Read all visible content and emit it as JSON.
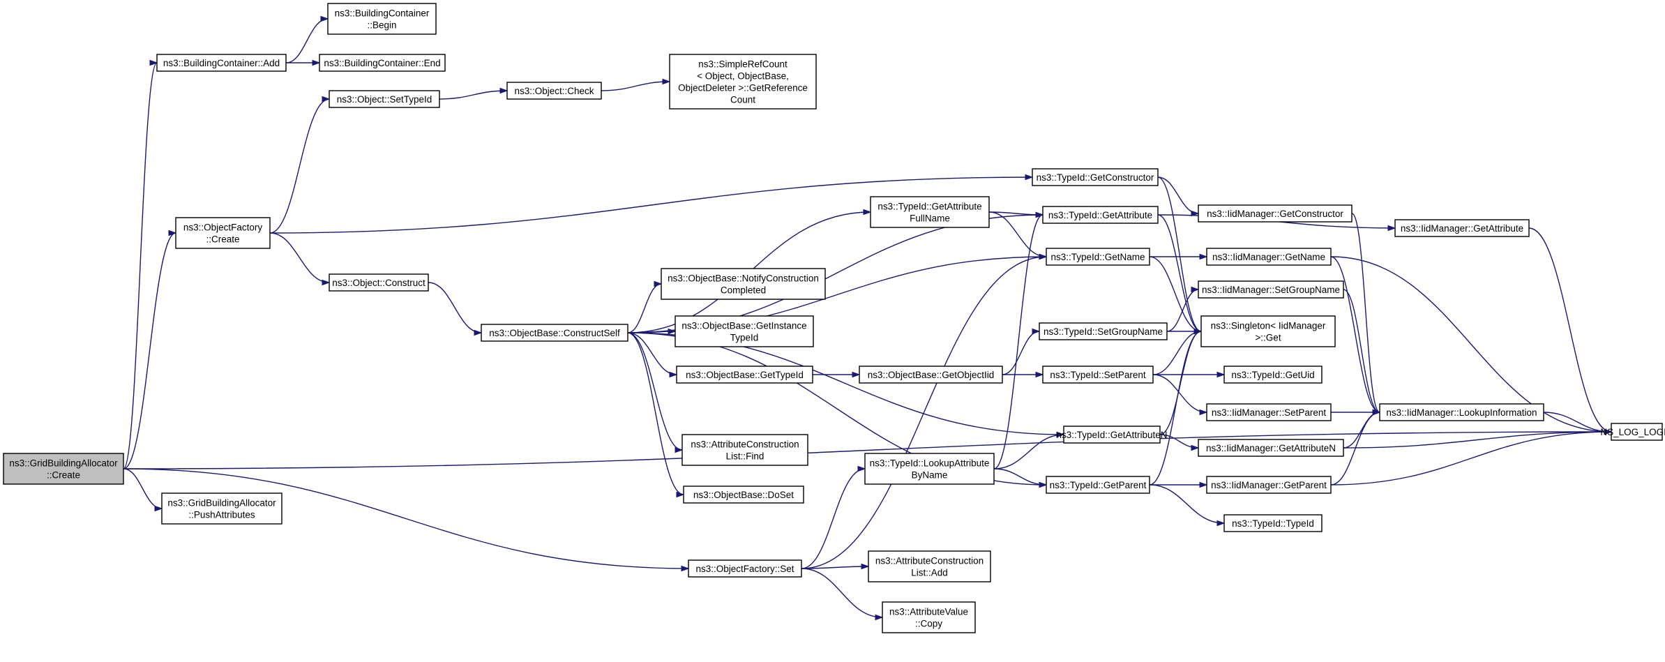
{
  "colors": {
    "edge": "#191970",
    "root_fill": "#bfbfbf",
    "node_fill": "#ffffff",
    "node_border": "#000000"
  },
  "nodes": {
    "gba_create": [
      "ns3::GridBuildingAllocator",
      "::Create"
    ],
    "bc_add": [
      "ns3::BuildingContainer::Add"
    ],
    "bc_begin": [
      "ns3::BuildingContainer",
      "::Begin"
    ],
    "bc_end": [
      "ns3::BuildingContainer::End"
    ],
    "obj_settypeid": [
      "ns3::Object::SetTypeId"
    ],
    "obj_check": [
      "ns3::Object::Check"
    ],
    "srefcount": [
      "ns3::SimpleRefCount",
      "< Object, ObjectBase,",
      "ObjectDeleter >::GetReference",
      "Count"
    ],
    "of_create": [
      "ns3::ObjectFactory",
      "::Create"
    ],
    "obj_construct": [
      "ns3::Object::Construct"
    ],
    "ob_constructself": [
      "ns3::ObjectBase::ConstructSelf"
    ],
    "ob_notify": [
      "ns3::ObjectBase::NotifyConstruction",
      "Completed"
    ],
    "ob_getinstance": [
      "ns3::ObjectBase::GetInstance",
      "TypeId"
    ],
    "ob_gettypeid": [
      "ns3::ObjectBase::GetTypeId"
    ],
    "acl_find": [
      "ns3::AttributeConstruction",
      "List::Find"
    ],
    "ob_doset": [
      "ns3::ObjectBase::DoSet"
    ],
    "tid_getattrfullname": [
      "ns3::TypeId::GetAttribute",
      "FullName"
    ],
    "ob_getobjectiid": [
      "ns3::ObjectBase::GetObjectIid"
    ],
    "tid_lookupattr": [
      "ns3::TypeId::LookupAttribute",
      "ByName"
    ],
    "gba_pushattrs": [
      "ns3::GridBuildingAllocator",
      "::PushAttributes"
    ],
    "of_set": [
      "ns3::ObjectFactory::Set"
    ],
    "acl_add": [
      "ns3::AttributeConstruction",
      "List::Add"
    ],
    "av_copy": [
      "ns3::AttributeValue",
      "::Copy"
    ],
    "tid_getconstructor": [
      "ns3::TypeId::GetConstructor"
    ],
    "tid_getattribute": [
      "ns3::TypeId::GetAttribute"
    ],
    "tid_getname": [
      "ns3::TypeId::GetName"
    ],
    "tid_setgroupname": [
      "ns3::TypeId::SetGroupName"
    ],
    "tid_setparent": [
      "ns3::TypeId::SetParent"
    ],
    "tid_getattributen": [
      "ns3::TypeId::GetAttributeN"
    ],
    "tid_getparent": [
      "ns3::TypeId::GetParent"
    ],
    "iid_getconstructor": [
      "ns3::IidManager::GetConstructor"
    ],
    "iid_getname": [
      "ns3::IidManager::GetName"
    ],
    "iid_setgroupname": [
      "ns3::IidManager::SetGroupName"
    ],
    "singleton_get": [
      "ns3::Singleton< IidManager",
      ">::Get"
    ],
    "tid_getuid": [
      "ns3::TypeId::GetUid"
    ],
    "iid_setparent": [
      "ns3::IidManager::SetParent"
    ],
    "iid_getattributen": [
      "ns3::IidManager::GetAttributeN"
    ],
    "iid_getparent": [
      "ns3::IidManager::GetParent"
    ],
    "tid_typeid": [
      "ns3::TypeId::TypeId"
    ],
    "iid_getattribute": [
      "ns3::IidManager::GetAttribute"
    ],
    "iid_lookupinfo": [
      "ns3::IidManager::LookupInformation"
    ],
    "ns_log_logic": [
      "NS_LOG_LOGIC"
    ]
  },
  "edges": [
    [
      "gba_create",
      "bc_add"
    ],
    [
      "gba_create",
      "of_create"
    ],
    [
      "gba_create",
      "gba_pushattrs"
    ],
    [
      "gba_create",
      "of_set"
    ],
    [
      "gba_create",
      "ns_log_logic"
    ],
    [
      "bc_add",
      "bc_begin"
    ],
    [
      "bc_add",
      "bc_end"
    ],
    [
      "obj_settypeid",
      "obj_check"
    ],
    [
      "obj_check",
      "srefcount"
    ],
    [
      "of_create",
      "obj_settypeid"
    ],
    [
      "of_create",
      "tid_getconstructor"
    ],
    [
      "of_create",
      "obj_construct"
    ],
    [
      "obj_construct",
      "ob_constructself"
    ],
    [
      "ob_constructself",
      "tid_getattribute"
    ],
    [
      "ob_constructself",
      "tid_getattrfullname"
    ],
    [
      "ob_constructself",
      "tid_getname"
    ],
    [
      "ob_constructself",
      "ob_notify"
    ],
    [
      "ob_constructself",
      "ob_getinstance"
    ],
    [
      "ob_constructself",
      "ob_gettypeid"
    ],
    [
      "ob_constructself",
      "tid_getattributen"
    ],
    [
      "ob_constructself",
      "acl_find"
    ],
    [
      "ob_constructself",
      "ob_doset"
    ],
    [
      "ob_constructself",
      "tid_getparent"
    ],
    [
      "tid_getattrfullname",
      "tid_getattribute"
    ],
    [
      "tid_getattrfullname",
      "tid_getname"
    ],
    [
      "ob_gettypeid",
      "ob_getobjectiid"
    ],
    [
      "ob_getobjectiid",
      "tid_setgroupname"
    ],
    [
      "ob_getobjectiid",
      "tid_setparent"
    ],
    [
      "of_set",
      "tid_lookupattr"
    ],
    [
      "of_set",
      "tid_getname"
    ],
    [
      "of_set",
      "acl_add"
    ],
    [
      "of_set",
      "av_copy"
    ],
    [
      "tid_lookupattr",
      "tid_getattribute"
    ],
    [
      "tid_lookupattr",
      "tid_getattributen"
    ],
    [
      "tid_lookupattr",
      "tid_getparent"
    ],
    [
      "tid_getconstructor",
      "iid_getconstructor"
    ],
    [
      "tid_getconstructor",
      "singleton_get"
    ],
    [
      "tid_getattribute",
      "iid_getattribute"
    ],
    [
      "tid_getattribute",
      "singleton_get"
    ],
    [
      "tid_getname",
      "iid_getname"
    ],
    [
      "tid_getname",
      "singleton_get"
    ],
    [
      "tid_setgroupname",
      "iid_setgroupname"
    ],
    [
      "tid_setgroupname",
      "singleton_get"
    ],
    [
      "tid_setparent",
      "singleton_get"
    ],
    [
      "tid_setparent",
      "tid_getuid"
    ],
    [
      "tid_setparent",
      "iid_setparent"
    ],
    [
      "tid_getattributen",
      "singleton_get"
    ],
    [
      "tid_getattributen",
      "iid_getattributen"
    ],
    [
      "tid_getparent",
      "singleton_get"
    ],
    [
      "tid_getparent",
      "iid_getparent"
    ],
    [
      "tid_getparent",
      "tid_typeid"
    ],
    [
      "iid_getconstructor",
      "iid_lookupinfo"
    ],
    [
      "iid_getname",
      "iid_lookupinfo"
    ],
    [
      "iid_getname",
      "ns_log_logic"
    ],
    [
      "iid_setgroupname",
      "iid_lookupinfo"
    ],
    [
      "iid_setparent",
      "iid_lookupinfo"
    ],
    [
      "iid_getattributen",
      "iid_lookupinfo"
    ],
    [
      "iid_getattributen",
      "ns_log_logic"
    ],
    [
      "iid_getparent",
      "iid_lookupinfo"
    ],
    [
      "iid_getparent",
      "ns_log_logic"
    ],
    [
      "iid_getattribute",
      "ns_log_logic"
    ],
    [
      "iid_lookupinfo",
      "ns_log_logic"
    ]
  ]
}
